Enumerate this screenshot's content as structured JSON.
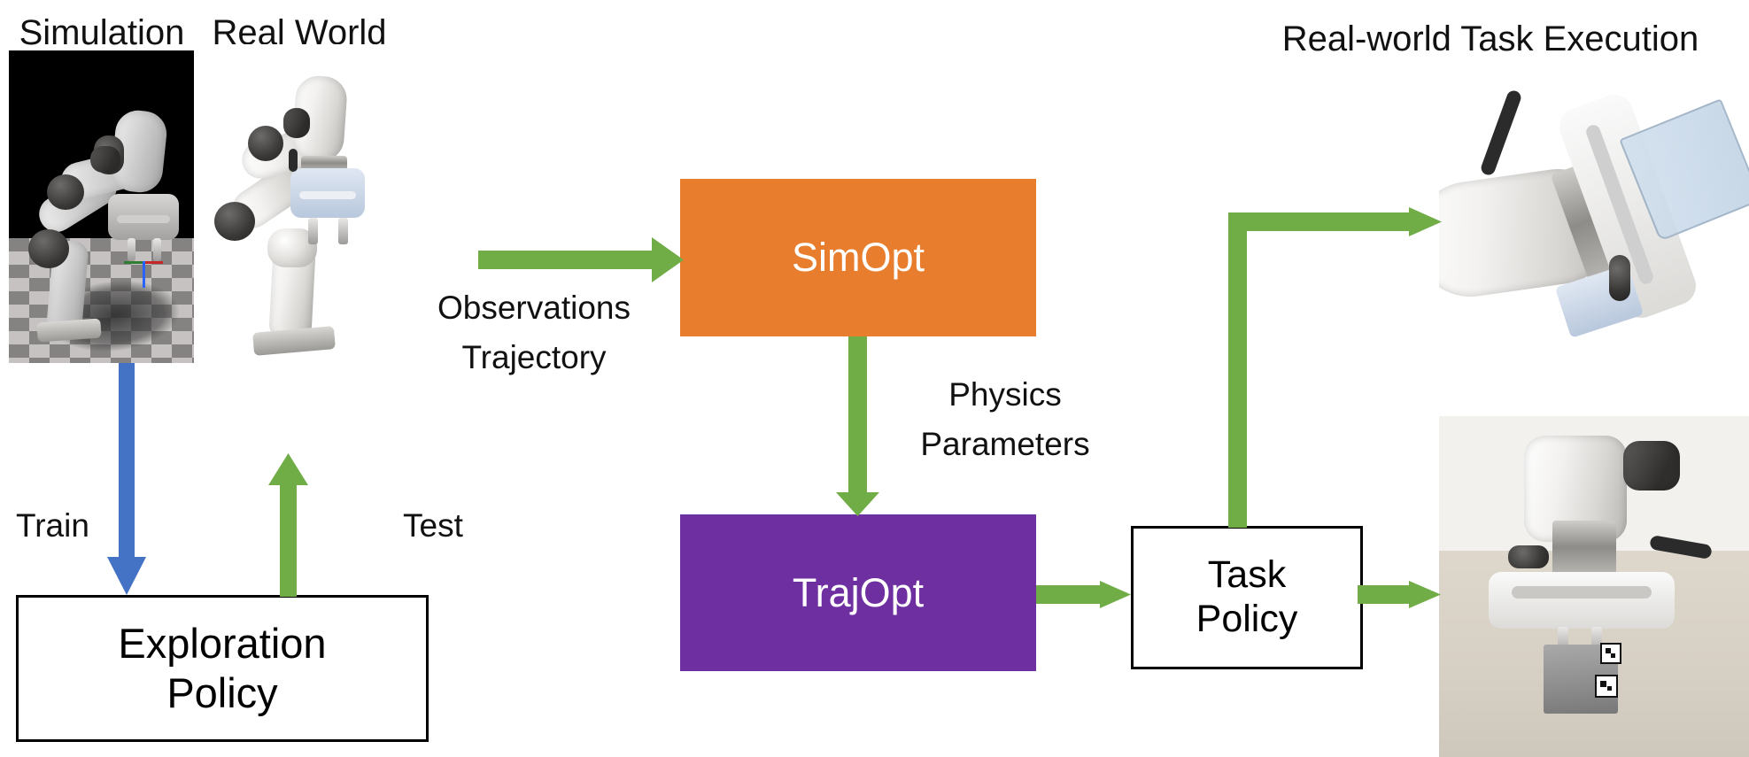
{
  "diagram": {
    "title": "SimOpt / TrajOpt sim-to-real pipeline",
    "colors": {
      "simopt_box": "#E87D2E",
      "trajopt_box": "#6E2FA0",
      "flow_arrow_green": "#70AD47",
      "train_arrow_blue": "#4472C4",
      "box_border_black": "#000000",
      "text_black": "#111111",
      "text_white": "#FFFFFF"
    }
  },
  "headings": {
    "simulation": "Simulation",
    "real_world": "Real World",
    "real_world_task_execution": "Real-world Task Execution"
  },
  "boxes": {
    "simopt": "SimOpt",
    "trajopt": "TrajOpt",
    "task_policy_line1": "Task",
    "task_policy_line2": "Policy",
    "exploration_policy_line1": "Exploration",
    "exploration_policy_line2": "Policy"
  },
  "edge_labels": {
    "observations": "Observations",
    "trajectory": "Trajectory",
    "physics": "Physics",
    "parameters": "Parameters",
    "train": "Train",
    "test": "Test"
  },
  "images": {
    "simulation_panel": "simulated-franka-arm-grasping-in-mujoco-black-background-checkerboard-floor",
    "real_world_panel": "real-franka-panda-arm-photo-white-background",
    "task_execution_top": "robot-gripper-holding-transparent-measuring-beaker",
    "task_execution_bottom": "robot-gripper-grasping-gray-cube-with-april-tags-on-table"
  },
  "arrows": [
    {
      "name": "real-world-to-simopt",
      "color": "#70AD47",
      "label": "Observations Trajectory",
      "from": "real-world",
      "to": "simopt"
    },
    {
      "name": "simopt-to-trajopt",
      "color": "#70AD47",
      "label": "Physics Parameters",
      "from": "simopt",
      "to": "trajopt"
    },
    {
      "name": "trajopt-to-task-policy",
      "color": "#70AD47",
      "label": "",
      "from": "trajopt",
      "to": "task-policy"
    },
    {
      "name": "task-policy-to-execution-top",
      "color": "#70AD47",
      "label": "",
      "from": "task-policy",
      "to": "task-execution-top"
    },
    {
      "name": "task-policy-to-execution-bottom",
      "color": "#70AD47",
      "label": "",
      "from": "task-policy",
      "to": "task-execution-bottom"
    },
    {
      "name": "simulation-to-exploration-policy",
      "color": "#4472C4",
      "label": "Train",
      "from": "simulation",
      "to": "exploration-policy"
    },
    {
      "name": "exploration-policy-to-real-world",
      "color": "#70AD47",
      "label": "Test",
      "from": "exploration-policy",
      "to": "real-world"
    }
  ]
}
